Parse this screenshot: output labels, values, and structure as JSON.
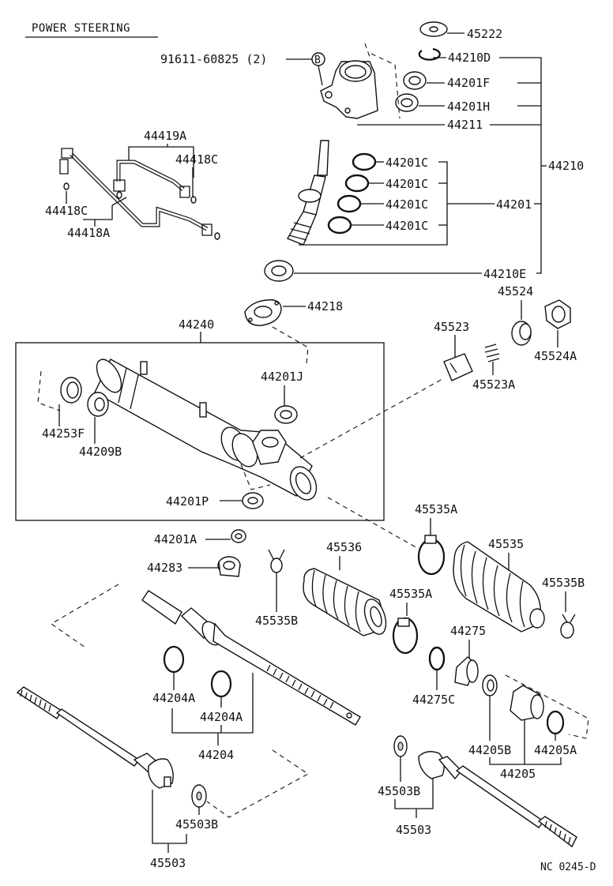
{
  "title": "POWER STEERING",
  "code": "NC  0245-D",
  "callout_letter": "B",
  "labels": {
    "p45222": "45222",
    "p91611": "91611-60825 (2)",
    "p44210D": "44210D",
    "p44201F": "44201F",
    "p44201H": "44201H",
    "p44211": "44211",
    "p44210": "44210",
    "p44419A": "44419A",
    "p44418C_a": "44418C",
    "p44418C_b": "44418C",
    "p44418A": "44418A",
    "p44201C_1": "44201C",
    "p44201C_2": "44201C",
    "p44201C_3": "44201C",
    "p44201C_4": "44201C",
    "p44201": "44201",
    "p44210E": "44210E",
    "p44218": "44218",
    "p45524": "45524",
    "p45524A": "45524A",
    "p45523": "45523",
    "p45523A": "45523A",
    "p44240": "44240",
    "p44201J": "44201J",
    "p44253F": "44253F",
    "p44209B": "44209B",
    "p44201P": "44201P",
    "p44201A": "44201A",
    "p44283": "44283",
    "p45535A_1": "45535A",
    "p45536": "45536",
    "p45535": "45535",
    "p45535B_1": "45535B",
    "p45535A_2": "45535A",
    "p45535B_2": "45535B",
    "p44275": "44275",
    "p44275C": "44275C",
    "p44204A_1": "44204A",
    "p44204A_2": "44204A",
    "p44204": "44204",
    "p44205B": "44205B",
    "p44205A": "44205A",
    "p44205": "44205",
    "p45503B_1": "45503B",
    "p45503_1": "45503",
    "p45503B_2": "45503B",
    "p45503_2": "45503"
  }
}
